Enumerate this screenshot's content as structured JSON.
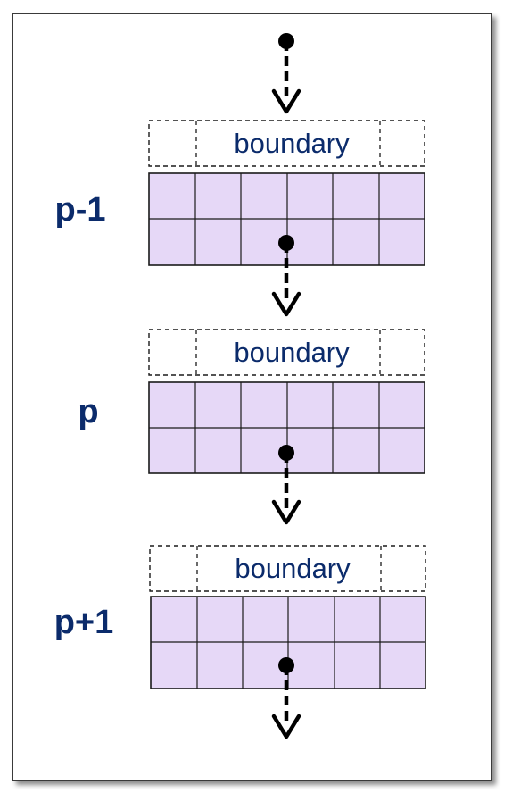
{
  "colors": {
    "cell_fill": "#E6D8F7",
    "cell_stroke": "#1a1a1a",
    "label_text": "#0B2B6B",
    "arrow": "#000000",
    "frame_border": "#3a3a3a"
  },
  "grid": {
    "rows": 2,
    "cols": 6
  },
  "blocks": [
    {
      "label": "p-1",
      "boundary_label": "boundary"
    },
    {
      "label": "p",
      "boundary_label": "boundary"
    },
    {
      "label": "p+1",
      "boundary_label": "boundary"
    }
  ],
  "icons": {
    "arrow": "dashed-down-arrow-icon",
    "dot": "start-dot-icon"
  }
}
